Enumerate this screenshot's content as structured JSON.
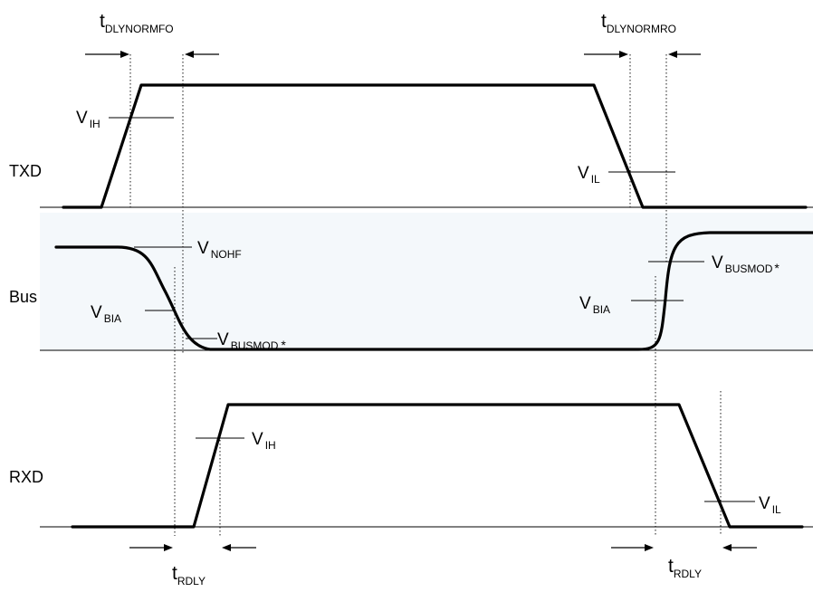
{
  "signals": {
    "txd": "TXD",
    "bus": "Bus",
    "rxd": "RXD"
  },
  "timing": {
    "dly_normfo": {
      "main": "t",
      "sub": "DLYNORMFO"
    },
    "dly_normro": {
      "main": "t",
      "sub": "DLYNORMRO"
    },
    "rdly_rise": {
      "main": "t",
      "sub": "RDLY"
    },
    "rdly_fall": {
      "main": "t",
      "sub": "RDLY"
    }
  },
  "thresholds": {
    "txd_vih": {
      "main": "V",
      "sub": "IH"
    },
    "txd_vil": {
      "main": "V",
      "sub": "IL"
    },
    "bus_vnohf": {
      "main": "V",
      "sub": "NOHF"
    },
    "bus_vbia_fall": {
      "main": "V",
      "sub": "BIA"
    },
    "bus_vbusmod_fall": {
      "main": "V",
      "sub": "BUSMOD",
      "mark": "*"
    },
    "bus_vbia_rise": {
      "main": "V",
      "sub": "BIA"
    },
    "bus_vbusmod_rise": {
      "main": "V",
      "sub": "BUSMOD",
      "mark": "*"
    },
    "rxd_vih": {
      "main": "V",
      "sub": "IH"
    },
    "rxd_vil": {
      "main": "V",
      "sub": "IL"
    }
  }
}
